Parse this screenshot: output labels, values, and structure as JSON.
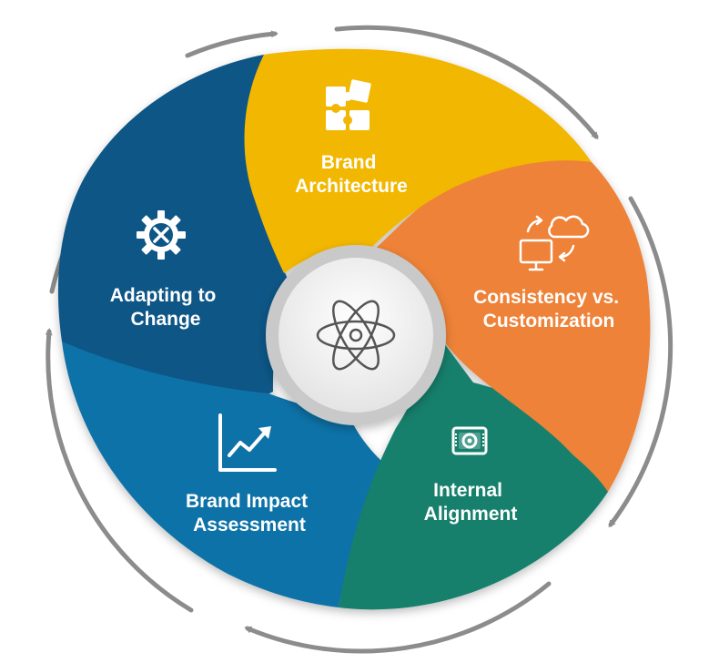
{
  "segments": [
    {
      "id": "brand-architecture",
      "line1": "Brand",
      "line2": "Architecture",
      "icon": "puzzle-icon",
      "color": "#F2B705"
    },
    {
      "id": "consistency",
      "line1": "Consistency vs.",
      "line2": "Customization",
      "icon": "cloud-monitor-sync-icon",
      "color": "#EE8238"
    },
    {
      "id": "internal-alignment",
      "line1": "Internal",
      "line2": "Alignment",
      "icon": "target-map-icon",
      "color": "#14806C"
    },
    {
      "id": "impact-assessment",
      "line1": "Brand Impact",
      "line2": "Assessment",
      "icon": "growth-chart-icon",
      "color": "#0C72A8"
    },
    {
      "id": "adapting",
      "line1": "Adapting to",
      "line2": "Change",
      "icon": "gear-tools-icon",
      "color": "#0B5686"
    }
  ],
  "center": {
    "icon": "atom-icon"
  },
  "colors": {
    "ring_arrows": "#8C8C8C",
    "center_ring": "#C9C9C9"
  }
}
